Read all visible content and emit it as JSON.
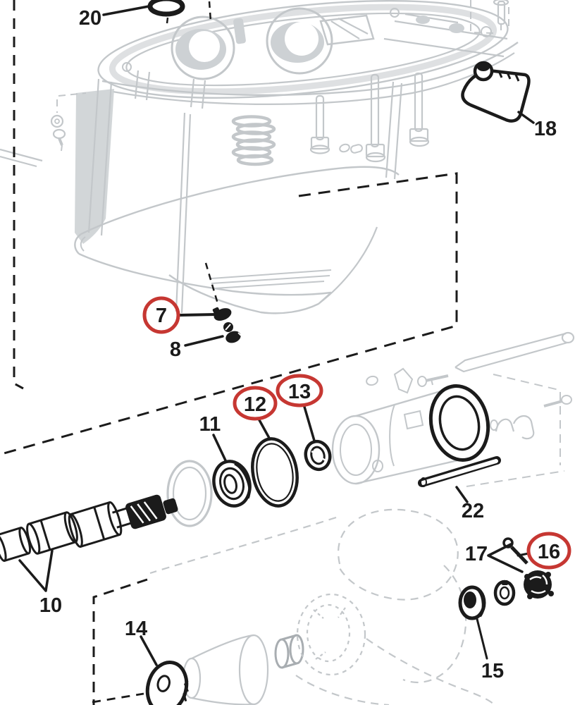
{
  "diagram": {
    "kind": "exploded-parts-diagram",
    "callouts": [
      {
        "label": "20",
        "highlighted": false
      },
      {
        "label": "18",
        "highlighted": false
      },
      {
        "label": "7",
        "highlighted": true
      },
      {
        "label": "8",
        "highlighted": false
      },
      {
        "label": "11",
        "highlighted": false
      },
      {
        "label": "12",
        "highlighted": true
      },
      {
        "label": "13",
        "highlighted": true
      },
      {
        "label": "10",
        "highlighted": false
      },
      {
        "label": "22",
        "highlighted": false
      },
      {
        "label": "17",
        "highlighted": false
      },
      {
        "label": "16",
        "highlighted": true
      },
      {
        "label": "15",
        "highlighted": false
      },
      {
        "label": "14",
        "highlighted": false
      }
    ],
    "colors": {
      "background": "#ffffff",
      "ink": "#1b1b1b",
      "secondary_gray": "#c3c7ca",
      "highlight_red": "#c63732"
    }
  }
}
